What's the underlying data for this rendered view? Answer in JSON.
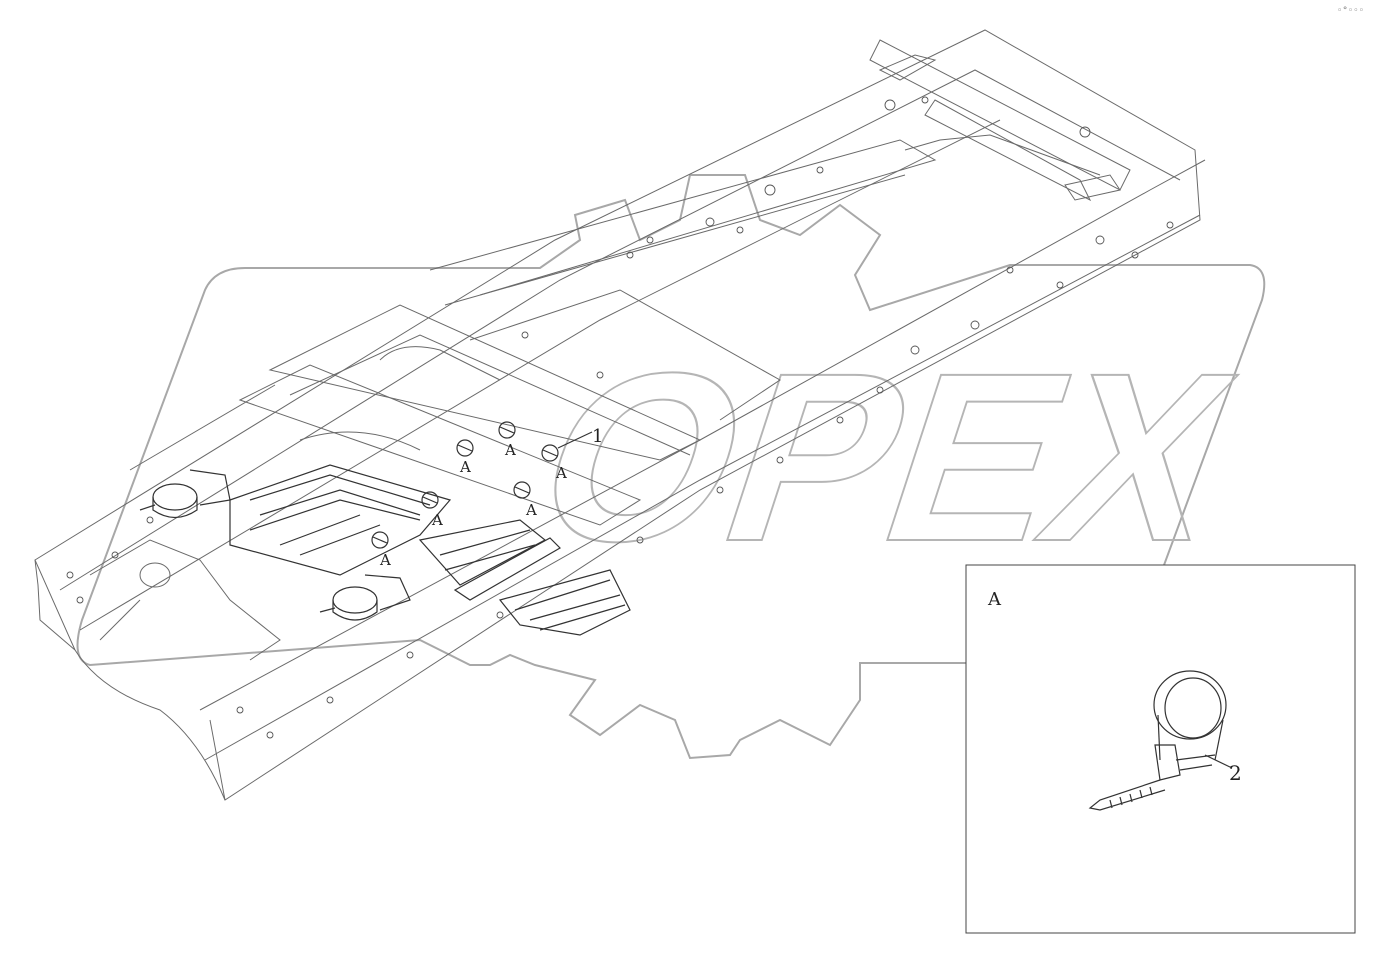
{
  "callouts": {
    "part_1": "1",
    "part_2": "2",
    "view_ref": "A"
  },
  "detail_view": {
    "title": "A",
    "part_label": "2"
  },
  "watermark": {
    "brand_text": "OPEX"
  },
  "corner_mark": "◦°◦◦◦"
}
